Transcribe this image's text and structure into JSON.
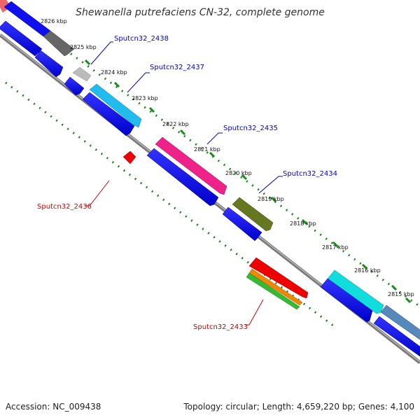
{
  "title": "Shewanella putrefaciens CN-32, complete genome",
  "footer": {
    "accession": "Accession: NC_009438",
    "summary": "Topology: circular; Length: 4,659,220 bp; Genes: 4,100"
  },
  "scale_unit": "kbp",
  "ticks": [
    "2826 kbp",
    "2825 kbp",
    "2824 kbp",
    "2823 kbp",
    "2822 kbp",
    "2821 kbp",
    "2820 kbp",
    "2819 kbp",
    "2818 kbp",
    "2817 kbp",
    "2816 kbp",
    "2815 kbp"
  ],
  "gene_labels": [
    {
      "name": "Sputcn32_2438",
      "color": "#0000cc"
    },
    {
      "name": "Sputcn32_2437",
      "color": "#0000cc"
    },
    {
      "name": "Sputcn32_2435",
      "color": "#0000cc"
    },
    {
      "name": "Sputcn32_2434",
      "color": "#0000cc"
    },
    {
      "name": "Sputcn32_2436",
      "color": "#cc0000"
    },
    {
      "name": "Sputcn32_2433",
      "color": "#cc0000"
    }
  ],
  "colors": {
    "backbone": "#7a7a7a",
    "cds": "#0000ee",
    "grid_dots": "#1a8a1a",
    "gene_grey_dark": "#666666",
    "gene_grey_light": "#bbbbbb",
    "gene_cyan": "#22bbee",
    "gene_magenta": "#ee2288",
    "gene_olive": "#667722",
    "gene_red": "#ee0000",
    "gene_orange": "#ee8800",
    "gene_green": "#33bb33",
    "gene_aqua": "#11dddd",
    "gene_steel": "#5588bb"
  }
}
